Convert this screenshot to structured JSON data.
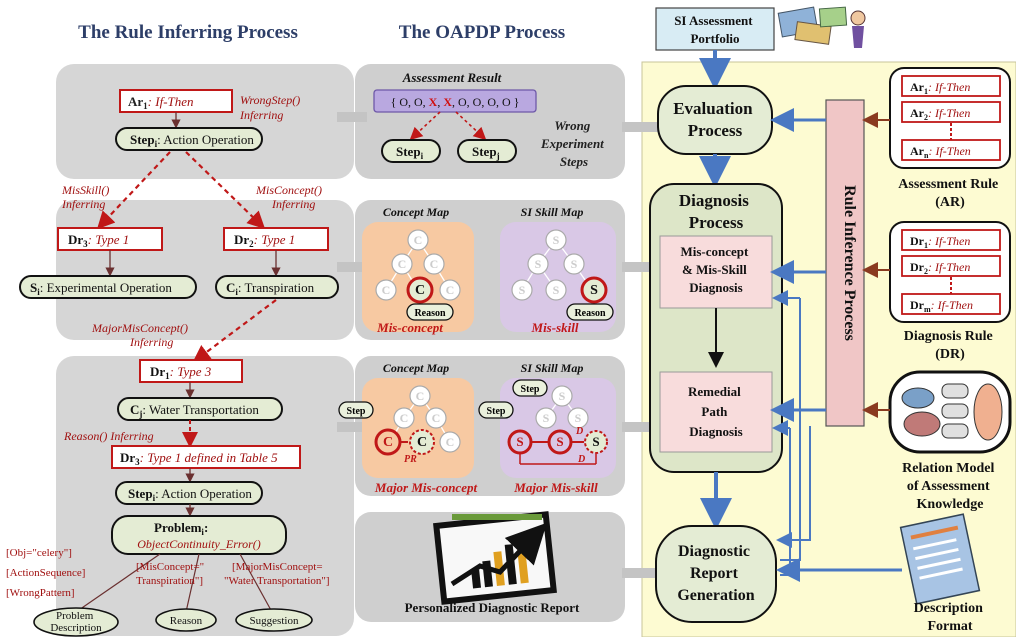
{
  "headers": {
    "left": "The Rule Inferring Process",
    "middle": "The OAPDP Process"
  },
  "portfolio": "SI Assessment\nPortfolio",
  "rule_infer": {
    "ar1_prefix": "Ar",
    "ar1_sub": "1",
    "ar1_tail": ": If-Then",
    "wrongstep": "WrongStep()\nInferring",
    "stepi_prefix": "Step",
    "stepi_sub": "i",
    "stepi_tail": ": Action Operation",
    "misskill": "MisSkill()\nInferring",
    "misconcept": "MisConcept()\nInferring",
    "dr3_a_prefix": "Dr",
    "dr3_a_sub": "3",
    "dr3_a_tail": ": Type 1",
    "dr2_prefix": "Dr",
    "dr2_sub": "2",
    "dr2_tail": ": Type 1",
    "si_prefix": "S",
    "si_sub": "i",
    "si_tail": ": Experimental Operation",
    "ci_prefix": "C",
    "ci_sub": "i",
    "ci_tail": ": Transpiration",
    "majormis": "MajorMisConcept()\nInferring",
    "dr1_prefix": "Dr",
    "dr1_sub": "1",
    "dr1_tail": ": Type 3",
    "cj_prefix": "C",
    "cj_sub": "j",
    "cj_tail": ": Water Transportation",
    "reason_infer": "Reason() Inferring",
    "dr3_b_prefix": "Dr",
    "dr3_b_sub": "3",
    "dr3_b_tail": ": Type 1 defined in Table 5",
    "stepi2_prefix": "Step",
    "stepi2_sub": "i",
    "stepi2_tail": ": Action Operation",
    "problem_prefix": "Problem",
    "problem_sub": "i",
    "problem_tail": ":",
    "problem_line2": "ObjectContinuity_Error()",
    "obj_lines": [
      "[Obj=\"celery\"]",
      "[ActionSequence]",
      "[WrongPattern]"
    ],
    "mis_lines": [
      "[MisConcept=\"",
      "Transpiration\"]"
    ],
    "major_lines": [
      "[MajorMisConcept=",
      "\"Water Transportation\"]"
    ],
    "problem_desc": "Problem\nDescription",
    "reason": "Reason",
    "suggestion": "Suggestion"
  },
  "oapdp": {
    "assessment_result": "Assessment Result",
    "result_values": "{ O, O, X, X, O, O, O, O }",
    "stepi_prefix": "Step",
    "stepi_sub": "i",
    "stepj_prefix": "Step",
    "stepj_sub": "j",
    "wrong_steps": "Wrong\nExperiment\nSteps",
    "concept_map_1": "Concept Map",
    "si_skill_map_1": "SI Skill Map",
    "misconcept_label": "Mis-concept",
    "misskill_label": "Mis-skill",
    "concept_map_2": "Concept Map",
    "si_skill_map_2": "SI Skill Map",
    "major_misconcept": "Major Mis-concept",
    "major_misskill": "Major Mis-skill",
    "reason_tag": "Reason",
    "step_tag": "Step",
    "pr_tag": "PR",
    "d_tag": "D",
    "c_letter": "C",
    "s_letter": "S",
    "report": "Personalized Diagnostic Report"
  },
  "right": {
    "evaluation": "Evaluation\nProcess",
    "diagnosis": "Diagnosis\nProcess",
    "misconcept_diag": "Mis-concept\n& Mis-Skill\nDiagnosis",
    "remedial": "Remedial\nPath\nDiagnosis",
    "report_gen": "Diagnostic\nReport\nGeneration",
    "rule_inference": "Rule Inference Process",
    "ar_rules": [
      {
        "prefix": "Ar",
        "sub": "1",
        "tail": ": If-Then"
      },
      {
        "prefix": "Ar",
        "sub": "2",
        "tail": ": If-Then"
      },
      {
        "prefix": "Ar",
        "sub": "n",
        "tail": ": If-Then"
      }
    ],
    "assessment_rule": "Assessment Rule\n(AR)",
    "dr_rules": [
      {
        "prefix": "Dr",
        "sub": "1",
        "tail": ": If-Then"
      },
      {
        "prefix": "Dr",
        "sub": "2",
        "tail": ": If-Then"
      },
      {
        "prefix": "Dr",
        "sub": "m",
        "tail": ": If-Then"
      }
    ],
    "diagnosis_rule": "Diagnosis Rule\n(DR)",
    "relation_model": "Relation Model\nof Assessment\nKnowledge",
    "description_format": "Description\nFormat"
  },
  "colors": {
    "panel_gray": "#d6d6d6",
    "dark_red": "#b01010",
    "green_box": "#e4ecd4",
    "cream": "#fdfbd2",
    "orange_map": "#f7c9a2",
    "purple_map": "#d9c8e6",
    "pink_box": "#f8dcdc",
    "blue_arrow": "#4a78c2",
    "brown_arrow": "#8a3a20"
  }
}
